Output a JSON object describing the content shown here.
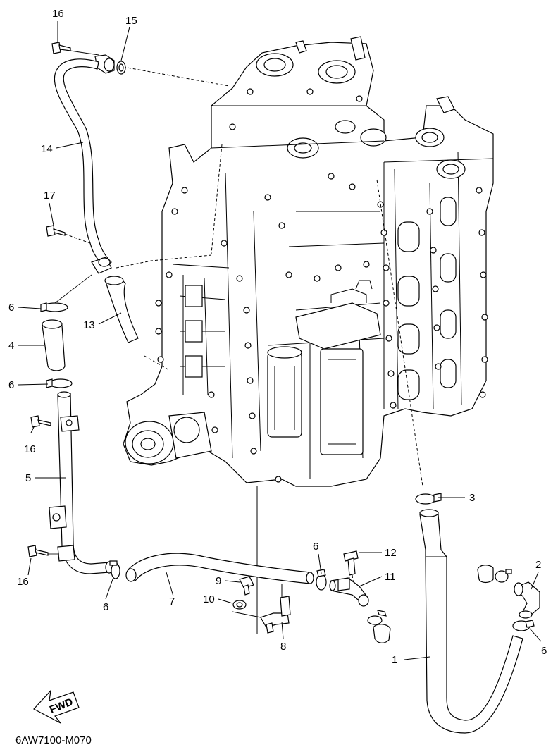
{
  "diagram": {
    "reference_code": "6AW7100-M070",
    "fwd_label": "FWD",
    "callouts": {
      "c16a": "16",
      "c15": "15",
      "c14": "14",
      "c17": "17",
      "c6a": "6",
      "c13": "13",
      "c4": "4",
      "c6b": "6",
      "c16b": "16",
      "c5": "5",
      "c16c": "16",
      "c6c": "6",
      "c7": "7",
      "c9": "9",
      "c10": "10",
      "c8": "8",
      "c6d": "6",
      "c12": "12",
      "c11": "11",
      "c3": "3",
      "c2": "2",
      "c6e": "6",
      "c1": "1"
    }
  }
}
